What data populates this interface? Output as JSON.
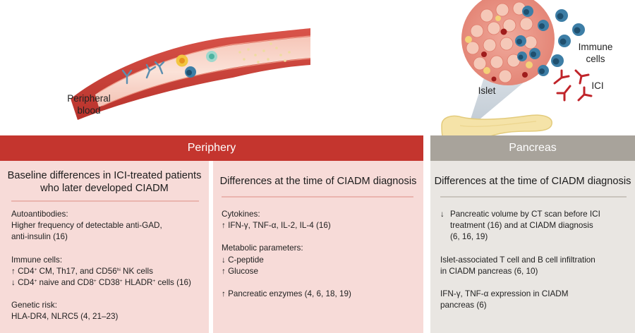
{
  "labels": {
    "peripheral_blood": [
      "Peripheral",
      "blood"
    ],
    "immune_cells": [
      "Immune",
      "cells"
    ],
    "ici": "ICI",
    "islet": "Islet"
  },
  "bars": {
    "periphery": "Periphery",
    "pancreas": "Pancreas"
  },
  "panels": [
    {
      "heading": [
        "Baseline differences in ICI-treated patients",
        "who later developed CIADM"
      ],
      "groups": [
        {
          "title": "Autoantibodies:",
          "lines": [
            "Higher frequency of detectable anti-GAD,",
            "anti-insulin (16)"
          ]
        },
        {
          "title": "Immune cells:",
          "lines": []
        },
        {
          "title": "Genetic risk:",
          "lines": [
            "HLA-DR4, NLRC5 (4, 21–23)"
          ]
        }
      ],
      "immune_lines": [
        {
          "arrow": "↑",
          "a": "CD4",
          "a_sup": "+",
          "b": " CM, Th17, and CD56",
          "b_sup": "hi",
          "c": " NK cells"
        },
        {
          "arrow": "↓",
          "a": "CD4",
          "a_sup": "+",
          "b": " naive and CD8",
          "b_sup": "+",
          "c": " CD38",
          "c_sup": "+",
          "d": " HLADR",
          "d_sup": "+",
          "e": " cells (16)"
        }
      ]
    },
    {
      "heading": [
        "Differences at the time of CIADM diagnosis"
      ],
      "groups": [
        {
          "title": "Cytokines:",
          "lines": [
            "↑ IFN-γ, TNF-α, IL-2, IL-4 (16)"
          ]
        },
        {
          "title": "Metabolic parameters:",
          "lines": [
            "↓ C-peptide",
            "↑ Glucose"
          ]
        },
        {
          "title": "",
          "lines": [
            "↑ Pancreatic enzymes (4, 6, 18, 19)"
          ]
        }
      ]
    },
    {
      "heading": [
        "Differences at the time of CIADM diagnosis"
      ],
      "items": [
        {
          "arrow": "↓",
          "lines": [
            "Pancreatic volume by CT scan before ICI",
            "treatment (16) and at CIADM diagnosis",
            "(6, 16, 19)"
          ]
        },
        {
          "arrow": "",
          "lines": [
            "Islet-associated T cell and B cell infiltration",
            "in CIADM pancreas (6, 10)"
          ]
        },
        {
          "arrow": "",
          "lines": [
            "IFN-γ, TNF-α expression in CIADM",
            "pancreas (6)"
          ]
        }
      ]
    }
  ],
  "colors": {
    "periphery_bar": "#c4352e",
    "pancreas_bar": "#a8a39b",
    "periphery_panel": "#f7dbd8",
    "pancreas_panel": "#e9e6e2"
  }
}
